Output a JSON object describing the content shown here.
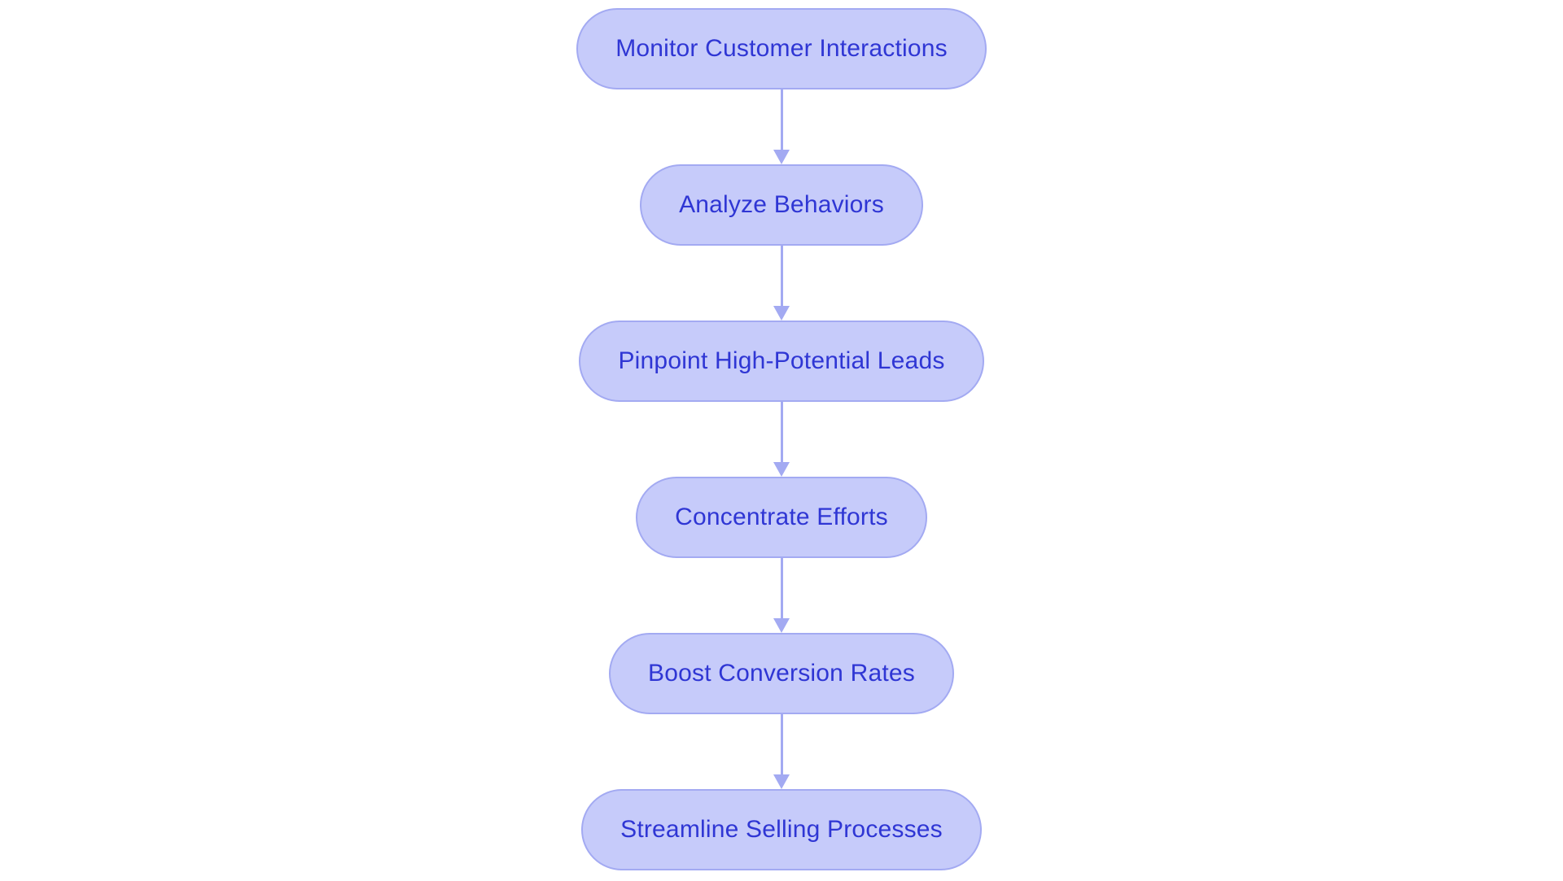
{
  "chart_data": {
    "type": "diagram",
    "diagram_type": "flowchart",
    "orientation": "vertical-top-to-bottom",
    "title": "",
    "node_shape": "rounded-pill",
    "colors": {
      "background": "#ffffff",
      "node_fill": "#c6cbfa",
      "node_border": "#a3aaf2",
      "node_text": "#2f36d4",
      "connector": "#a3aaf2"
    },
    "nodes": [
      {
        "id": "n1",
        "label": "Monitor Customer Interactions"
      },
      {
        "id": "n2",
        "label": "Analyze Behaviors"
      },
      {
        "id": "n3",
        "label": "Pinpoint High-Potential Leads"
      },
      {
        "id": "n4",
        "label": "Concentrate Efforts"
      },
      {
        "id": "n5",
        "label": "Boost Conversion Rates"
      },
      {
        "id": "n6",
        "label": "Streamline Selling Processes"
      }
    ],
    "edges": [
      {
        "from": "n1",
        "to": "n2",
        "label": "",
        "arrow": "down"
      },
      {
        "from": "n2",
        "to": "n3",
        "label": "",
        "arrow": "down"
      },
      {
        "from": "n3",
        "to": "n4",
        "label": "",
        "arrow": "down"
      },
      {
        "from": "n4",
        "to": "n5",
        "label": "",
        "arrow": "down"
      },
      {
        "from": "n5",
        "to": "n6",
        "label": "",
        "arrow": "down"
      }
    ]
  },
  "flow": {
    "steps": [
      {
        "label": "Monitor Customer Interactions"
      },
      {
        "label": "Analyze Behaviors"
      },
      {
        "label": "Pinpoint High-Potential Leads"
      },
      {
        "label": "Concentrate Efforts"
      },
      {
        "label": "Boost Conversion Rates"
      },
      {
        "label": "Streamline Selling Processes"
      }
    ]
  }
}
